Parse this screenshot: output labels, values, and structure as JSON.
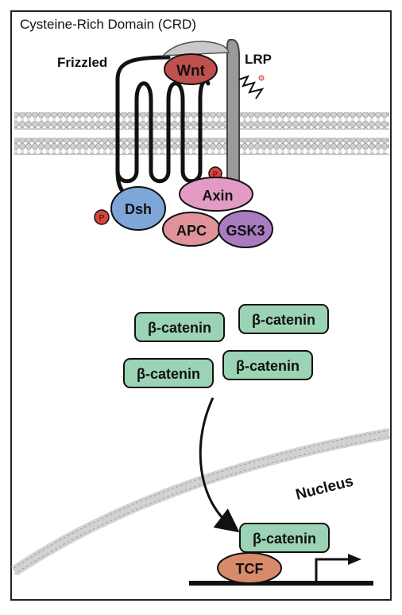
{
  "caption": "Cysteine-Rich Domain (CRD)",
  "labels": {
    "frizzled": "Frizzled",
    "wnt": "Wnt",
    "lrp": "LRP",
    "dsh": "Dsh",
    "axin": "Axin",
    "apc": "APC",
    "gsk3": "GSK3",
    "phospho": "P",
    "nucleus": "Nucleus",
    "tcf": "TCF"
  },
  "beta_catenin": [
    "β-catenin",
    "β-catenin",
    "β-catenin",
    "β-catenin",
    "β-catenin"
  ],
  "colors": {
    "wnt": "#c0504d",
    "dsh": "#7fa6d9",
    "axin": "#e39ac3",
    "apc": "#e0939a",
    "gsk3": "#a97cc0",
    "phospho": "#d9443a",
    "beta_catenin": "#9bd3b4",
    "tcf": "#d98a6a",
    "lrp": "#9a9a9a",
    "membrane": "#bdbdbd"
  }
}
